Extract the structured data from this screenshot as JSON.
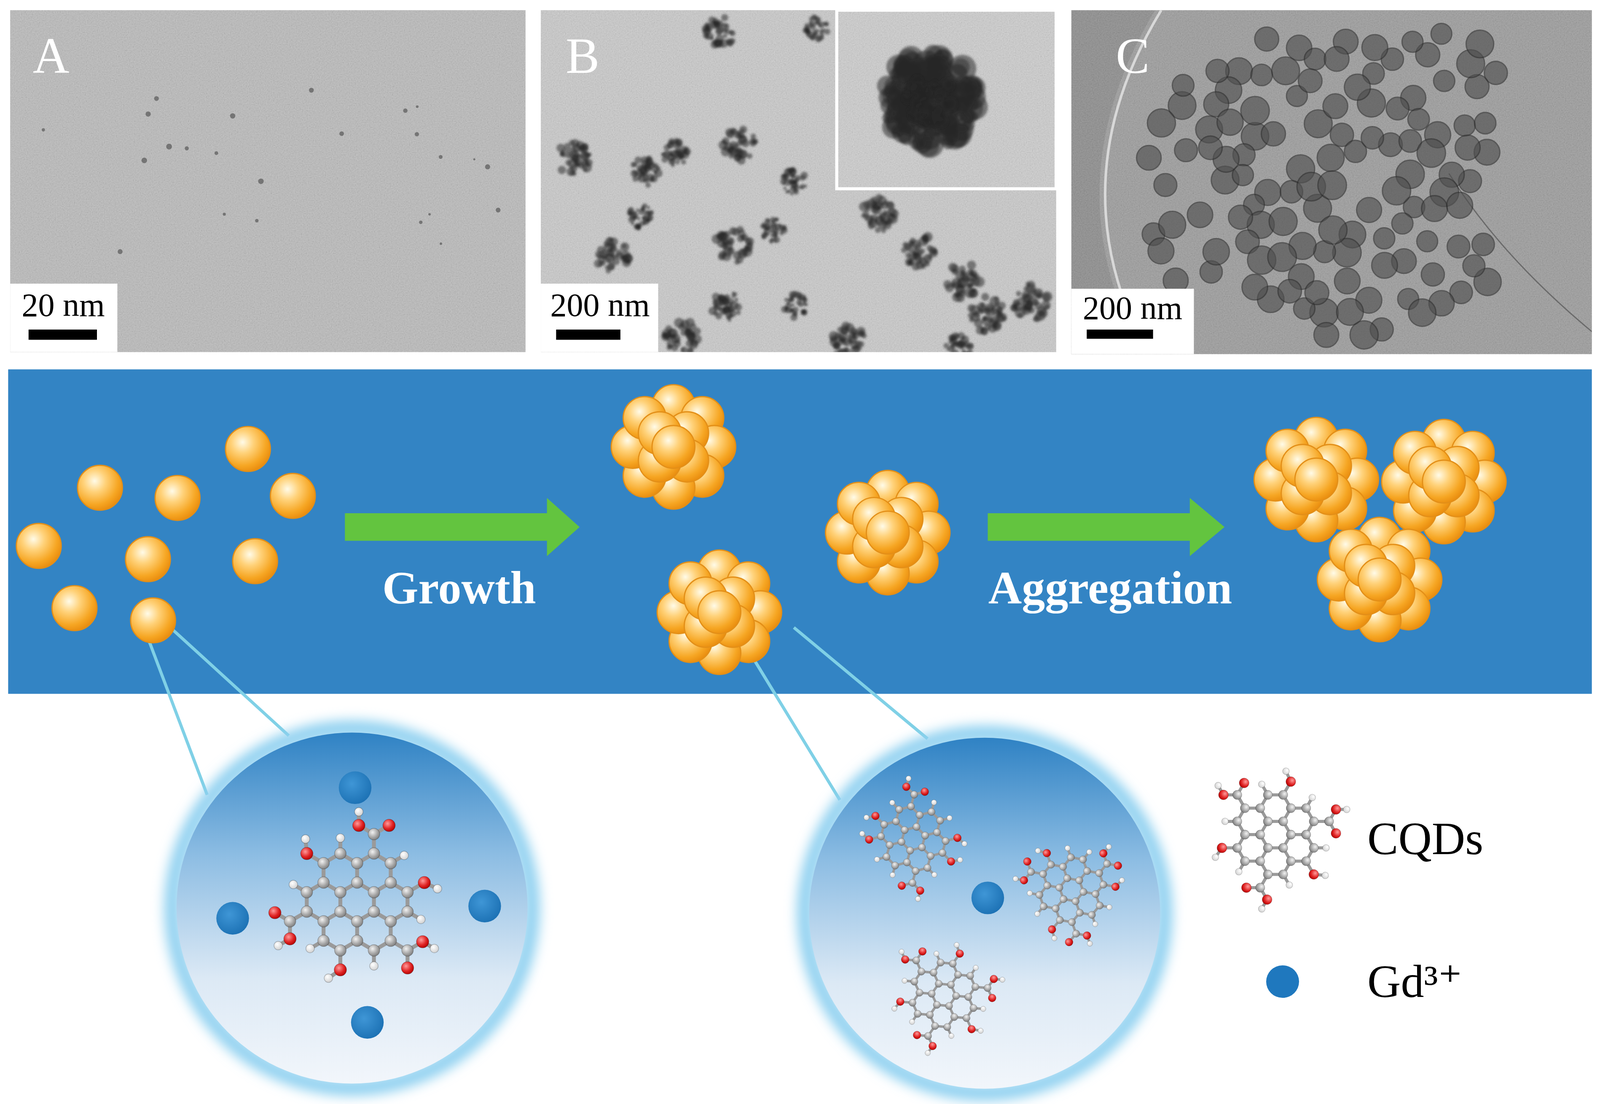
{
  "diagram": {
    "nodes": [
      {
        "text": [
          "A",
          "20 nm"
        ]
      },
      {
        "text": [
          "B",
          "200 nm"
        ]
      },
      {
        "text": [
          "C",
          "200 nm"
        ]
      },
      {
        "text": [
          "Growth",
          "Aggregation"
        ]
      }
    ],
    "legend": [
      {
        "text": "CQDs"
      },
      {
        "text": "Gd³⁺",
        "color": "#1f78be"
      }
    ]
  }
}
